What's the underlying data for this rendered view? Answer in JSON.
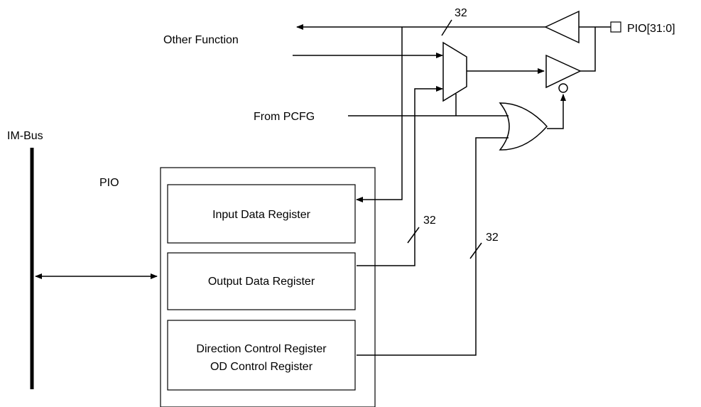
{
  "labels": {
    "im_bus": "IM-Bus",
    "pio_block": "PIO",
    "other_function": "Other Function",
    "from_pcfg": "From PCFG",
    "pin": "PIO[31:0]",
    "bus_width_top": "32",
    "bus_width_output": "32",
    "bus_width_direction": "32"
  },
  "registers": {
    "input": "Input Data Register",
    "output": "Output Data Register",
    "direction_line1": "Direction Control Register",
    "direction_line2": "OD Control Register"
  }
}
